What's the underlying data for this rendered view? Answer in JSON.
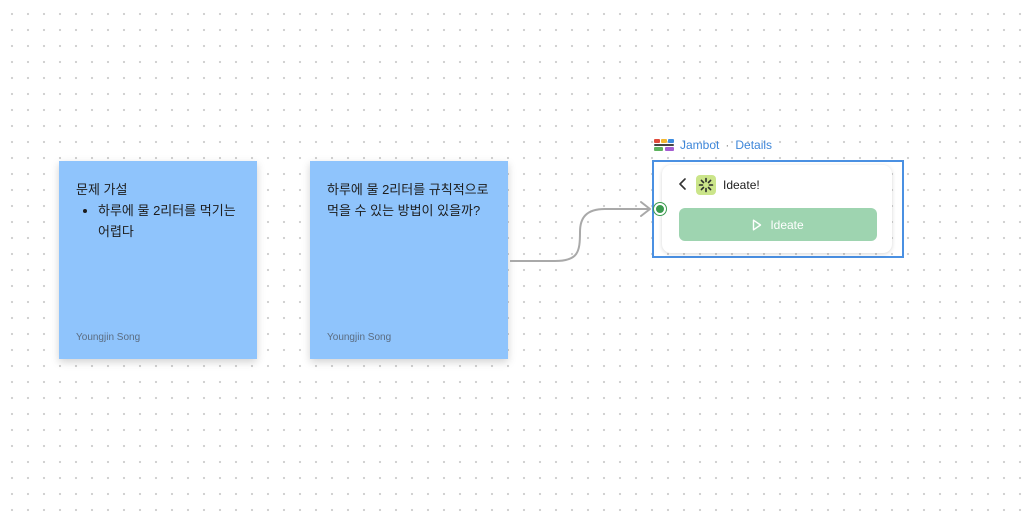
{
  "sticky_notes": [
    {
      "heading": "문제 가설",
      "bullets": [
        "하루에 물 2리터를 먹기는 어렵다"
      ],
      "author": "Youngjin Song"
    },
    {
      "text": "하루에 물 2리터를 규칙적으로 먹을 수 있는 방법이 있을까?",
      "author": "Youngjin Song"
    }
  ],
  "widget": {
    "app_name": "Jambot",
    "separator": "·",
    "details_label": "Details",
    "title": "Ideate!",
    "button_label": "Ideate",
    "back_icon": "chevron-left-icon",
    "badge_icon": "sparkle-loader-icon",
    "button_icon": "play-icon"
  },
  "colors": {
    "sticky_blue": "#8fc4fc",
    "selection_blue": "#4a90e2",
    "button_green": "#9ed4b0",
    "badge_green": "#cbe58a",
    "port_green": "#3a9a4e",
    "link_blue": "#3d86d9"
  }
}
